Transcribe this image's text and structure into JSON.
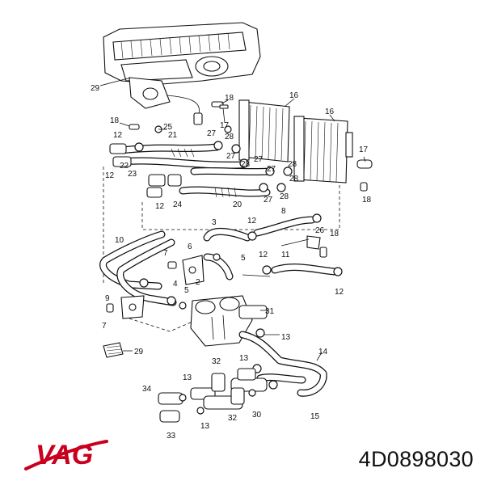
{
  "brand": {
    "logo_text": "VAG",
    "logo_color": "#c8001e"
  },
  "part_number": "4D0898030",
  "callouts": [
    "29",
    "18",
    "16",
    "16",
    "18",
    "25",
    "17",
    "12",
    "21",
    "27",
    "28",
    "17",
    "27",
    "28",
    "27",
    "28",
    "22",
    "12",
    "23",
    "27",
    "28",
    "12",
    "24",
    "20",
    "27",
    "28",
    "18",
    "3",
    "12",
    "8",
    "10",
    "7",
    "6",
    "26",
    "18",
    "5",
    "2",
    "12",
    "11",
    "4",
    "5",
    "12",
    "9",
    "31",
    "7",
    "29",
    "13",
    "32",
    "14",
    "13",
    "34",
    "13",
    "30",
    "15",
    "33",
    "13",
    "32"
  ]
}
